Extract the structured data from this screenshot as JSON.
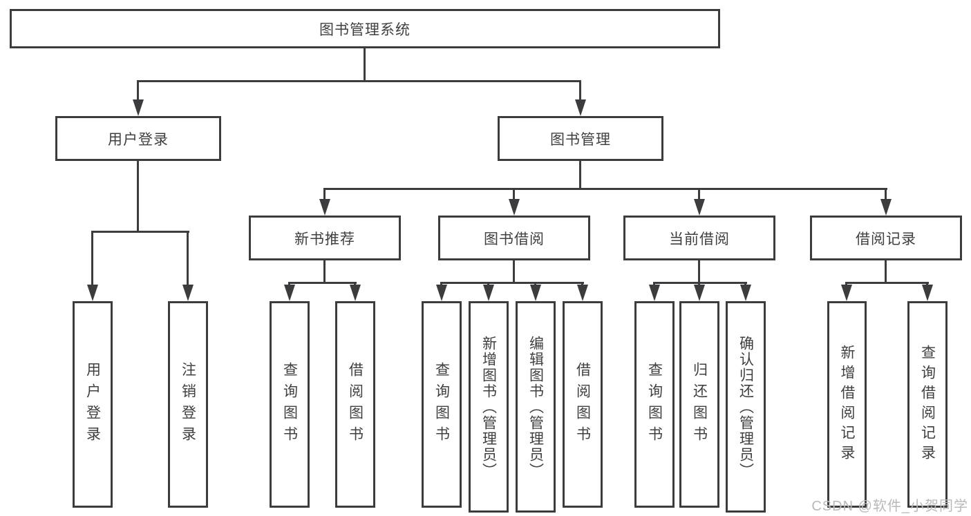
{
  "diagram": {
    "type": "hierarchy-tree",
    "title": "图书管理系统",
    "nodes": {
      "root": "图书管理系统",
      "user_login": "用户登录",
      "book_mgmt": "图书管理",
      "new_books": "新书推荐",
      "book_borrow": "图书借阅",
      "current_borrow": "当前借阅",
      "borrow_records": "借阅记录",
      "leaf_user_login": "用户登录",
      "leaf_logout": "注销登录",
      "leaf_nb_query": "查询图书",
      "leaf_nb_borrow": "借阅图书",
      "leaf_bb_query": "查询图书",
      "leaf_bb_add": "新增图书（管理员）",
      "leaf_bb_edit": "编辑图书（管理员）",
      "leaf_bb_borrow": "借阅图书",
      "leaf_cb_query": "查询图书",
      "leaf_cb_return": "归还图书",
      "leaf_cb_confirm": "确认归还（管理员）",
      "leaf_br_add": "新增借阅记录",
      "leaf_br_query": "查询借阅记录"
    },
    "hierarchy": {
      "图书管理系统": {
        "用户登录": [
          "用户登录",
          "注销登录"
        ],
        "图书管理": {
          "新书推荐": [
            "查询图书",
            "借阅图书"
          ],
          "图书借阅": [
            "查询图书",
            "新增图书（管理员）",
            "编辑图书（管理员）",
            "借阅图书"
          ],
          "当前借阅": [
            "查询图书",
            "归还图书",
            "确认归还（管理员）"
          ],
          "借阅记录": [
            "新增借阅记录",
            "查询借阅记录"
          ]
        }
      }
    }
  },
  "watermark": "CSDN @软件_小贺同学",
  "colors": {
    "line": "#3c3c3e",
    "text": "#3f3f41",
    "watermark": "#b9b9b9",
    "background": "#ffffff"
  }
}
